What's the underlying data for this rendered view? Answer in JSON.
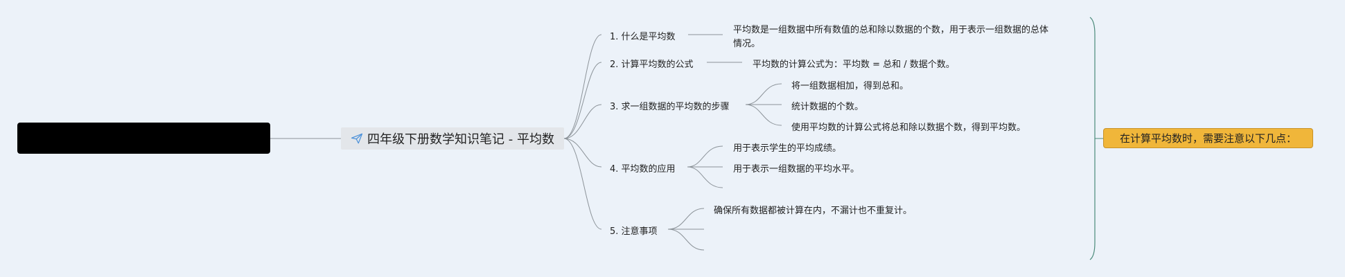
{
  "central_topic": {
    "title": "四年级下册数学知识笔记 - 平均数",
    "icon": "paper-plane-icon"
  },
  "branches": [
    {
      "label": "1. 什么是平均数",
      "leaves": [
        "平均数是一组数据中所有数值的总和除以数据的个数，用于表示一组数据的总体",
        "情况。"
      ]
    },
    {
      "label": "2. 计算平均数的公式",
      "leaves": [
        "平均数的计算公式为：平均数 = 总和 / 数据个数。"
      ]
    },
    {
      "label": "3. 求一组数据的平均数的步骤",
      "leaves": [
        "将一组数据相加，得到总和。",
        "统计数据的个数。",
        "使用平均数的计算公式将总和除以数据个数，得到平均数。"
      ]
    },
    {
      "label": "4. 平均数的应用",
      "leaves": [
        "用于表示学生的平均成绩。",
        "用于表示一组数据的平均水平。"
      ]
    },
    {
      "label": "5. 注意事项",
      "leaves": [
        "确保所有数据都被计算在内，不漏计也不重复计。"
      ]
    }
  ],
  "summary": {
    "label": "在计算平均数时，需要注意以下几点："
  },
  "colors": {
    "background": "#ecf2f9",
    "line": "#8c9399",
    "summary_fill": "#f0b63a",
    "bracket": "#4a8a7a",
    "plane": "#4a90d9"
  }
}
